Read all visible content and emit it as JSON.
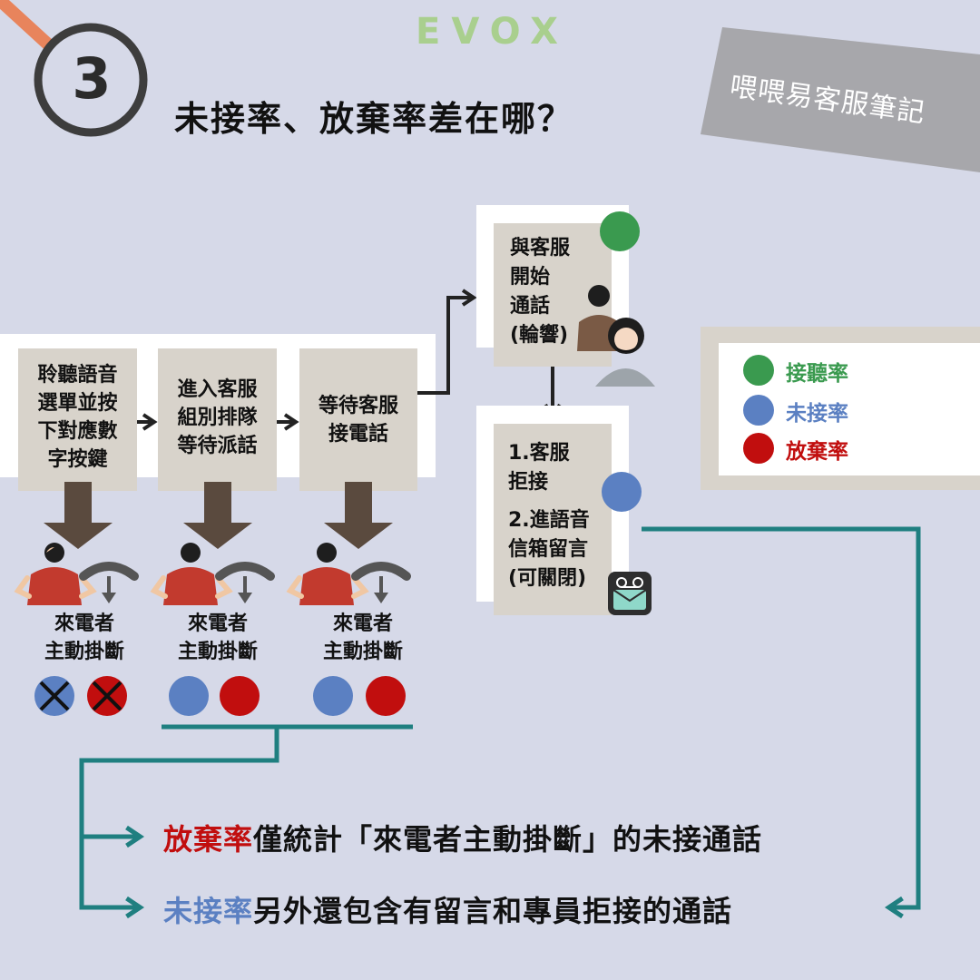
{
  "brand": "EVOX",
  "step_number": "3",
  "title": "未接率、放棄率差在哪？",
  "tape_label": "喂喂易客服筆記",
  "steps": [
    {
      "text": "聆聽語音\n選單並按\n下對應數\n字按鍵"
    },
    {
      "text": "進入客服\n組別排隊\n等待派話"
    },
    {
      "text": "等待客服\n接電話"
    }
  ],
  "caller_label": "來電者\n主動掛斷",
  "answered_box": "與客服\n開始\n通話\n(輪響)",
  "unanswered_box": {
    "item1": "1.客服\n拒接",
    "item2": "2.進語音\n信箱留言\n(可關閉)"
  },
  "legend": [
    {
      "label": "接聽率",
      "color": "#3a9a4f"
    },
    {
      "label": "未接率",
      "color": "#5b80c2"
    },
    {
      "label": "放棄率",
      "color": "#c10e0e"
    }
  ],
  "bottom": {
    "line1_highlight": "放棄率",
    "line1_rest": "僅統計「來電者主動掛斷」的未接通話",
    "line2_highlight": "未接率",
    "line2_rest": "另外還包含有留言和專員拒接的通話"
  },
  "colors": {
    "background": "#d6d9e8",
    "box": "#d8d3cb",
    "arrow_brown": "#5a4a3e",
    "teal": "#1f7f80",
    "green": "#3a9a4f",
    "blue": "#5b80c2",
    "red": "#c10e0e"
  }
}
